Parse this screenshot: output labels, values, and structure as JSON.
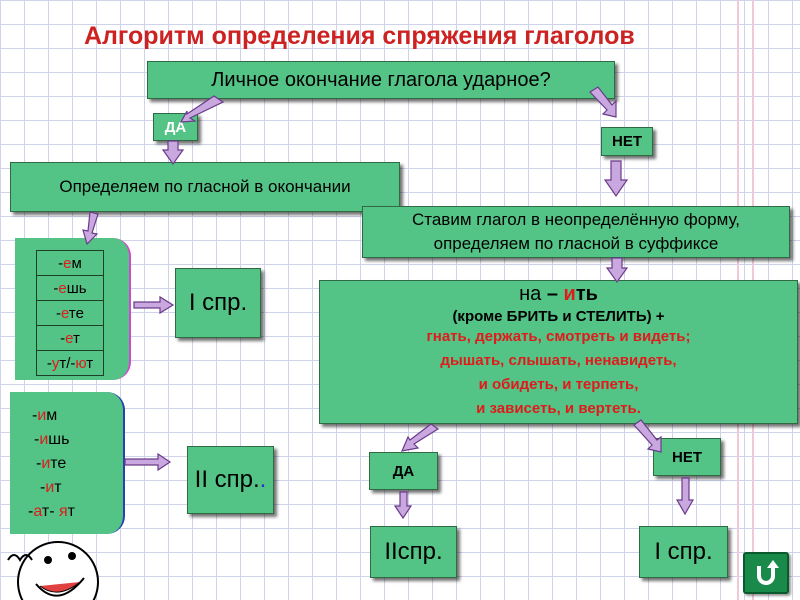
{
  "title": "Алгоритм определения спряжения глаголов",
  "question": "Личное окончание глагола ударное?",
  "yes_label": "ДА",
  "no_label": "НЕТ",
  "determine_by_ending": "Определяем по гласной в окончании",
  "infinitive_line1": "Ставим глагол в неопределённую форму,",
  "infinitive_line2": "определяем по гласной в суффиксе",
  "first_endings": [
    {
      "dash": "-",
      "vowel": "е",
      "rest": "м"
    },
    {
      "dash": "-",
      "vowel": "е",
      "rest": "шь"
    },
    {
      "dash": "-",
      "vowel": "е",
      "rest": "те"
    },
    {
      "dash": "-",
      "vowel": "е",
      "rest": "т"
    },
    {
      "dash": "-",
      "vowel": "у",
      "rest": "т/-",
      "vowel2": "ю",
      "rest2": "т"
    }
  ],
  "second_endings": [
    {
      "dash": "-",
      "vowel": "и",
      "rest": "м"
    },
    {
      "dash": "-",
      "vowel": "и",
      "rest": "шь"
    },
    {
      "dash": "-",
      "vowel": "и",
      "rest": "те"
    },
    {
      "dash": "-",
      "vowel": "и",
      "rest": "т"
    },
    {
      "dash": "-",
      "vowel": "а",
      "rest": "т- ",
      "vowel2": "я",
      "rest2": "т"
    }
  ],
  "conj_first": "I спр.",
  "conj_second": "II спр.",
  "conj_second_period": ".",
  "rule": {
    "prefix": "на ",
    "dash": "–",
    "suffix_vowel": "и",
    "suffix_rest": "ть",
    "exception": "(кроме БРИТЬ и СТЕЛИТЬ) +",
    "lines": [
      "гнать, держать, смотреть и видеть;",
      "дышать, слышать, ненавидеть,",
      "и  обидеть, и терпеть,",
      "и    зависеть,  и  вертеть."
    ]
  },
  "result_yes": "IIспр.",
  "result_no": "I спр.",
  "colors": {
    "box_green": "#54c386",
    "title_red": "#cc2222",
    "ending_red": "#e01b1b",
    "arrow_fill": "#c9a8e0"
  }
}
